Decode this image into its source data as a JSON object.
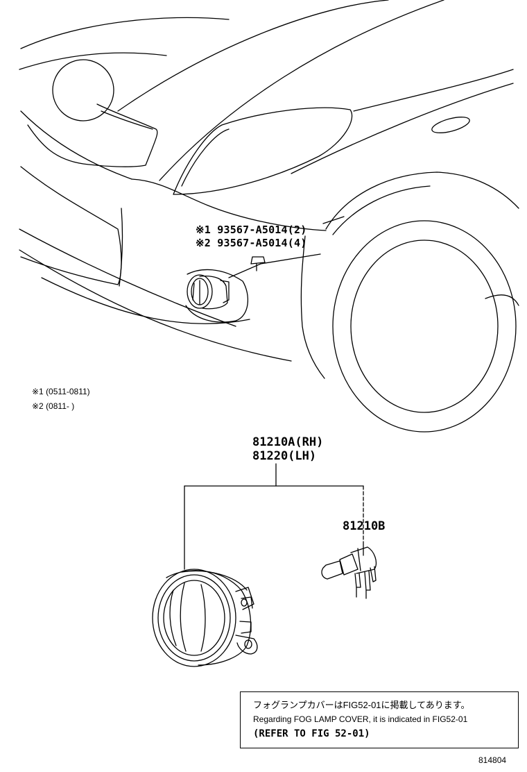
{
  "callouts": {
    "bolt_line1": "※1 93567-A5014(2)",
    "bolt_line2": "※2 93567-A5014(4)"
  },
  "legend": {
    "note1": "※1 (0511-0811)",
    "note2": "※2 (0811-      )"
  },
  "parts": {
    "lamp_rh": "81210A(RH)",
    "lamp_lh": "81220(LH)",
    "bulb": "81210B"
  },
  "notice": {
    "japanese": "フォグランプカバーはFIG52-01に掲載してあります。",
    "english": "Regarding FOG LAMP COVER, it is indicated in FIG52-01",
    "refer": "(REFER TO FIG 52-01)"
  },
  "figure_number": "814804"
}
